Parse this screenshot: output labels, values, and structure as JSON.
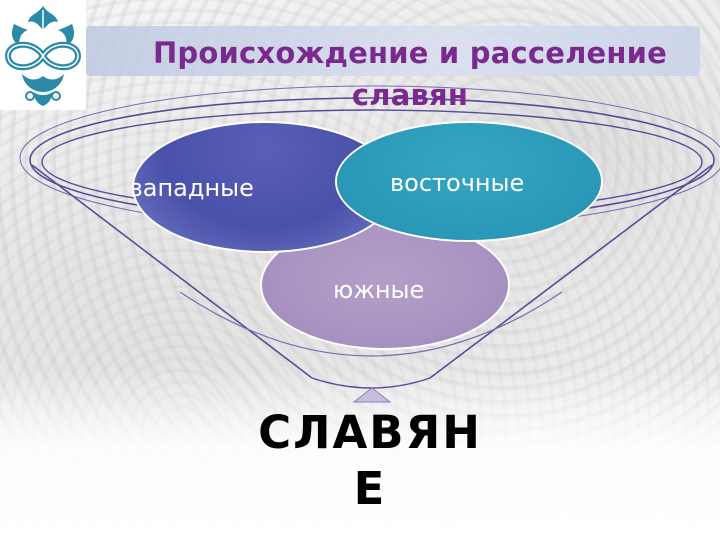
{
  "slide": {
    "title": "Происхождение и расселение славян",
    "main_word": "СЛАВЯНЕ",
    "groups": {
      "west": "западные",
      "east": "восточные",
      "south": "южные"
    }
  },
  "colors": {
    "title": "#7a2a8e",
    "west": "#4a51aa",
    "east": "#2b9ab9",
    "south": "#a993c2",
    "funnel_outline": "#5a4a96",
    "logo": "#2a8aa8"
  },
  "icons": {
    "logo": "ornament-logo-icon"
  }
}
